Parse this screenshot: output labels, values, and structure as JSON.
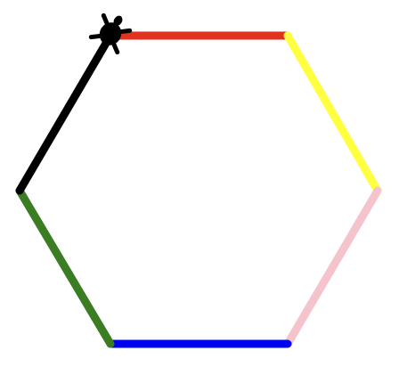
{
  "drawing": {
    "shape": "hexagon",
    "background": "#ffffff",
    "edges": [
      {
        "name": "top",
        "color": "#e0321e"
      },
      {
        "name": "upper-right",
        "color": "#ffff40"
      },
      {
        "name": "lower-right",
        "color": "#f5c3cc"
      },
      {
        "name": "bottom",
        "color": "#0000f0"
      },
      {
        "name": "lower-left",
        "color": "#3a7d22"
      },
      {
        "name": "upper-left",
        "color": "#000000"
      }
    ],
    "cursor": {
      "icon": "turtle-icon",
      "color": "#000000"
    }
  }
}
